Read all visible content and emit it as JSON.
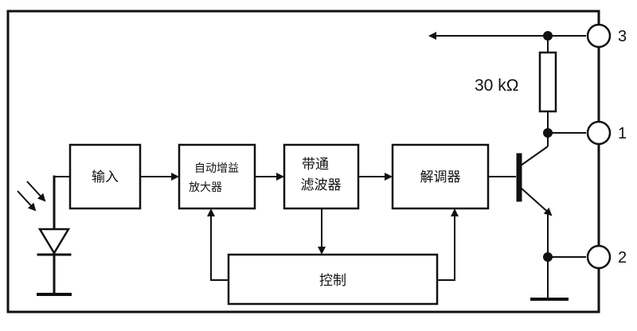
{
  "blocks": {
    "input": "输入",
    "agc_line1": "自动增益",
    "agc_line2": "放大器",
    "bandpass_line1": "带通",
    "bandpass_line2": "滤波器",
    "demod": "解调器",
    "control": "控制"
  },
  "resistor_label": "30 kΩ",
  "pins": [
    "3",
    "1",
    "2"
  ]
}
